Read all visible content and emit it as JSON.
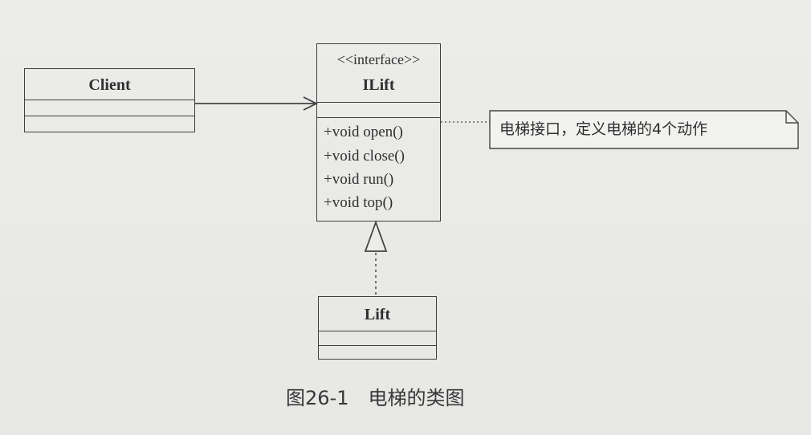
{
  "diagram": {
    "client": {
      "name": "Client"
    },
    "ilift": {
      "stereotype": "<<interface>>",
      "name": "ILift",
      "methods": [
        "+void open()",
        "+void close()",
        "+void run()",
        "+void top()"
      ]
    },
    "lift": {
      "name": "Lift"
    },
    "note": {
      "text": "电梯接口，定义电梯的4个动作"
    },
    "caption": {
      "figure": "图26-1",
      "title": "电梯的类图"
    }
  }
}
